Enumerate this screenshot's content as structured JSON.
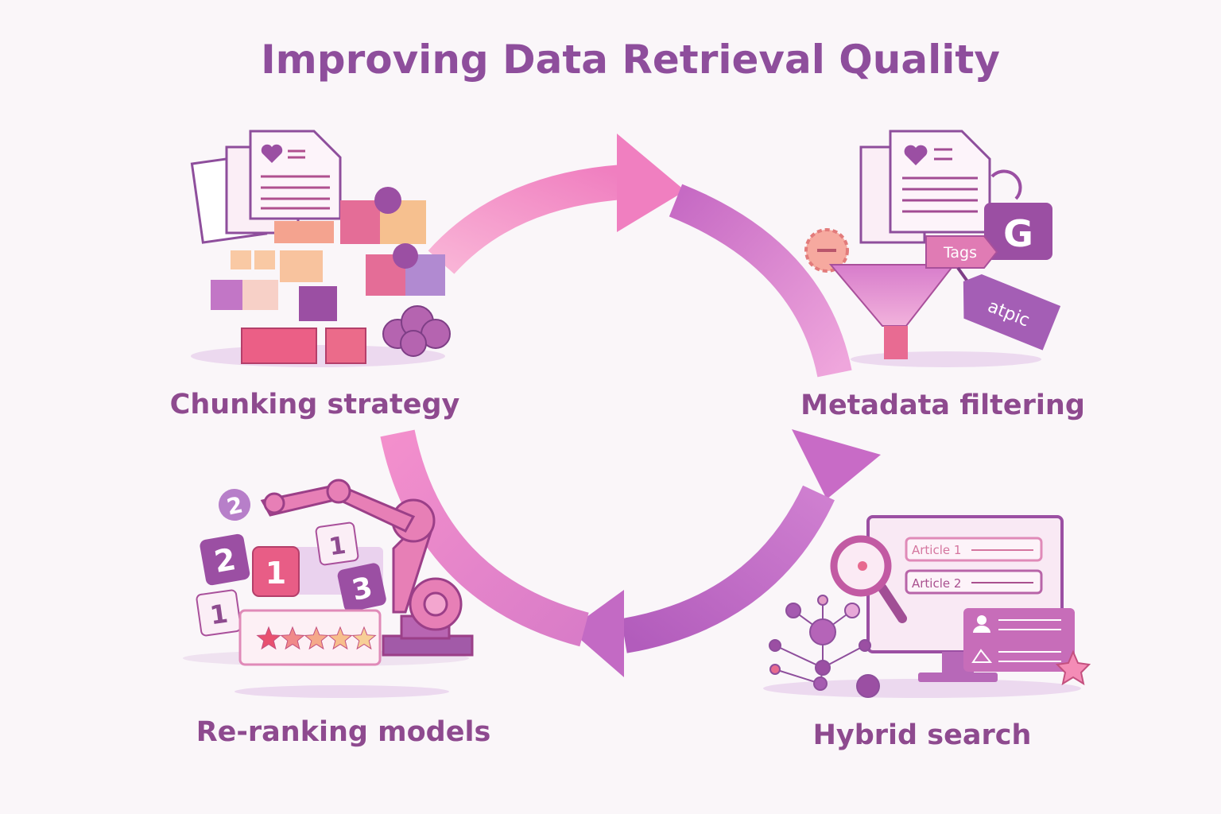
{
  "title": "Improving Data Retrieval Quality",
  "steps": [
    {
      "label": "Chunking strategy"
    },
    {
      "label": "Metadata filtering"
    },
    {
      "label": "Hybrid search"
    },
    {
      "label": "Re-ranking models"
    }
  ],
  "metadata_illustration": {
    "tag_label": "Tags",
    "badge_letter": "G",
    "tag2_label": "atpic"
  },
  "hybrid_illustration": {
    "results": [
      "Article 1",
      "Article 2"
    ]
  },
  "rerank_illustration": {
    "tiles": [
      "2",
      "1",
      "1",
      "3",
      "2",
      "1"
    ],
    "stars": 5
  },
  "colors": {
    "title": "#8e4e9c",
    "pink": "#f28cc8",
    "purple": "#b063b8",
    "accent": "#e85d86"
  }
}
